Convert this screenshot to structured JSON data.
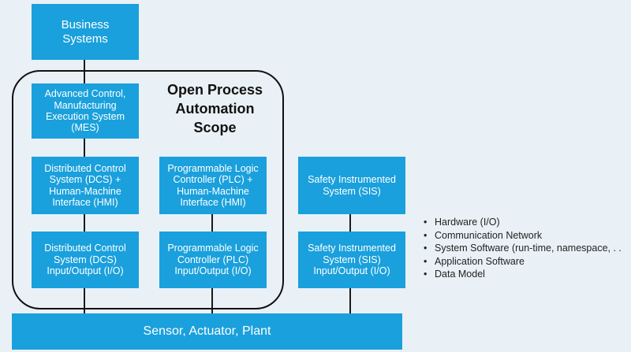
{
  "business_systems": "Business\nSystems",
  "scope_label": "Open Process\nAutomation\nScope",
  "mes": "Advanced Control,\nManufacturing\nExecution System\n(MES)",
  "dcs_hmi": "Distributed Control\nSystem (DCS) +\nHuman-Machine\nInterface (HMI)",
  "plc_hmi": "Programmable Logic\nController (PLC) +\nHuman-Machine\nInterface (HMI)",
  "dcs_io": "Distributed Control\nSystem (DCS)\nInput/Output (I/O)",
  "plc_io": "Programmable Logic\nController (PLC)\nInput/Output (I/O)",
  "sis": "Safety Instrumented\nSystem (SIS)",
  "sis_io": "Safety Instrumented\nSystem (SIS)\nInput/Output (I/O)",
  "plant_bar": "Sensor, Actuator, Plant",
  "bullets": [
    "Hardware (I/O)",
    "Communication Network",
    "System Software (run-time, namespace, . .",
    "Application Software",
    "Data Model"
  ],
  "colors": {
    "box": "#1aa0dc",
    "background": "#e9f1f6",
    "line": "#1a1a1a"
  }
}
